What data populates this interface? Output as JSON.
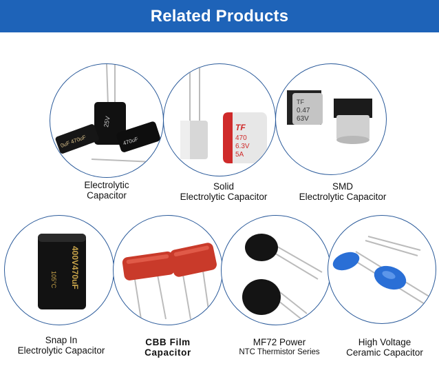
{
  "header": {
    "title": "Related Products"
  },
  "products": [
    {
      "line1": "Electrolytic",
      "line2": "Capacitor"
    },
    {
      "line1": "Solid",
      "line2": "Electrolytic Capacitor"
    },
    {
      "line1": "SMD",
      "line2": "Electrolytic Capacitor"
    },
    {
      "line1": "Snap In",
      "line2": "Electrolytic Capacitor"
    },
    {
      "line1": "CBB Film",
      "line2": "Capacitor"
    },
    {
      "line1": "MF72 Power",
      "line2": "NTC Thermistor Series"
    },
    {
      "line1": "High Voltage",
      "line2": "Ceramic Capacitor"
    }
  ],
  "images": {
    "p1": [
      "25V",
      "0uF 470uF",
      "470uF"
    ],
    "p2": [
      "TF",
      "470",
      "6.3V",
      "5A"
    ],
    "p3": [
      "0.47",
      "63V"
    ],
    "p4": [
      "400V470uF",
      "105°C"
    ]
  }
}
